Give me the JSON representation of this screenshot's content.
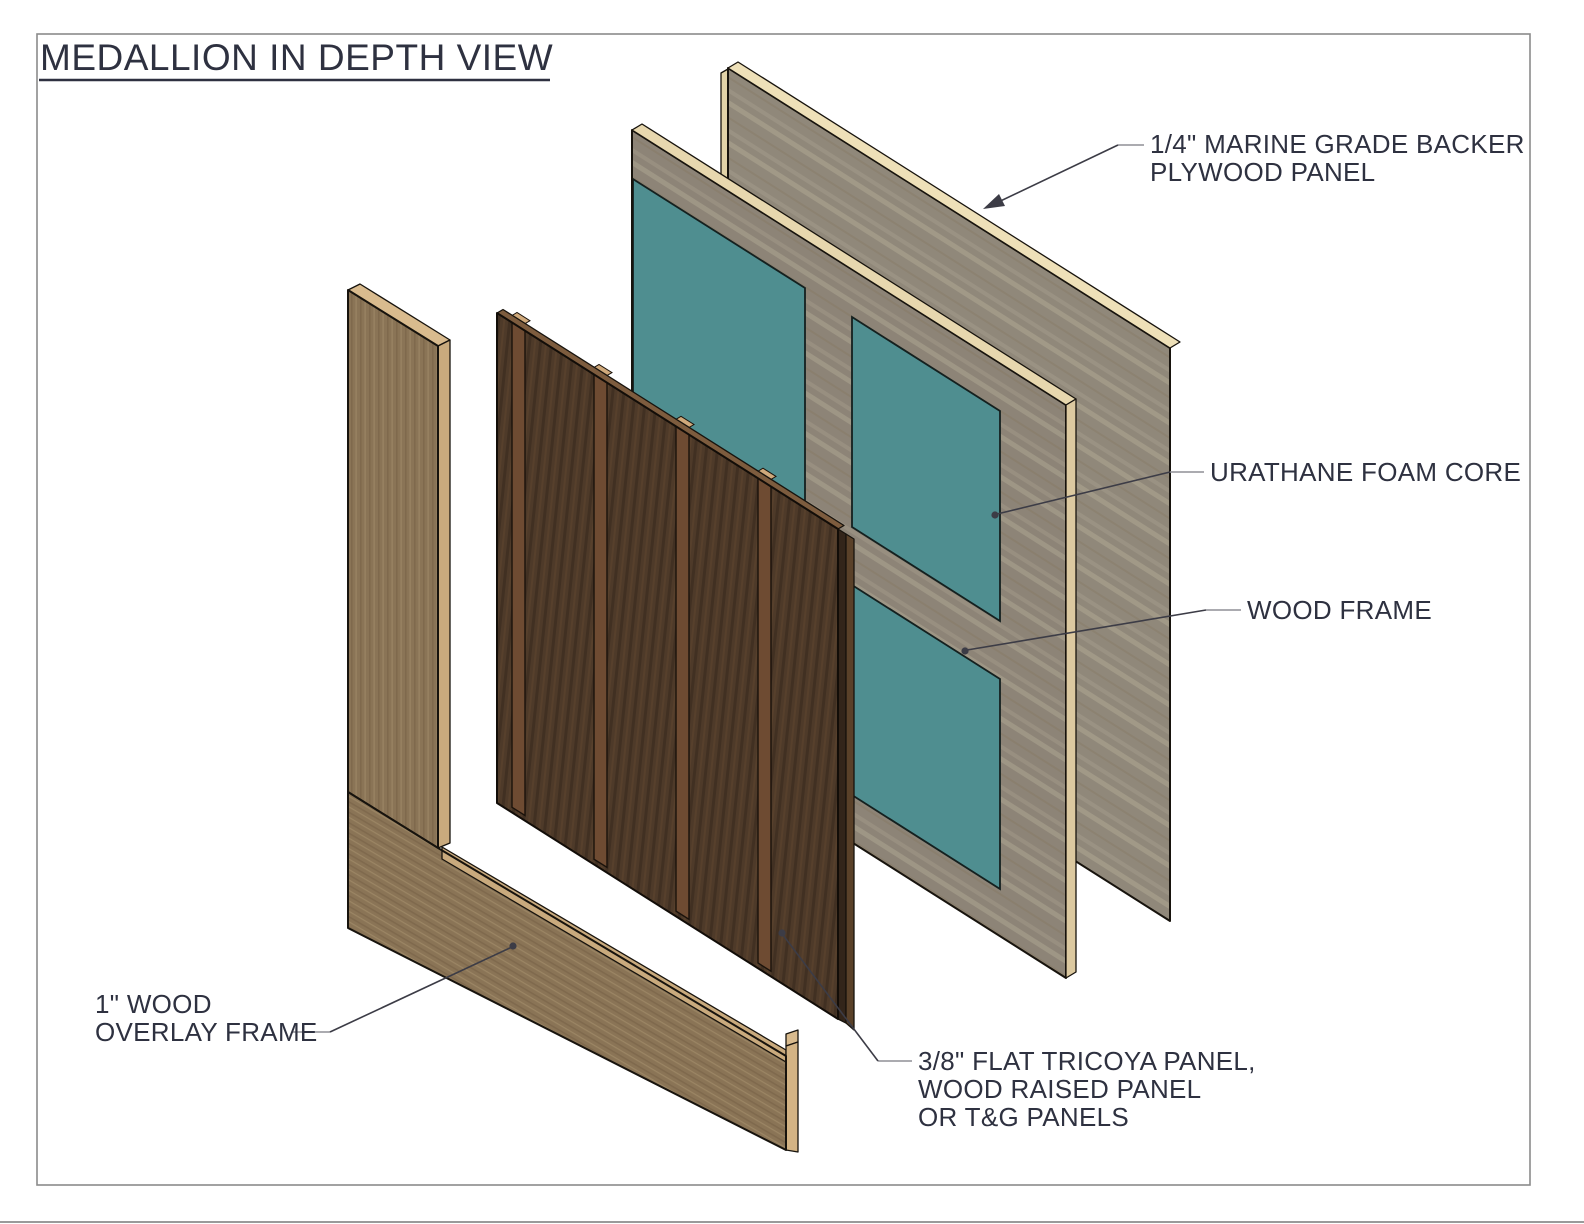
{
  "sheet": {
    "title": "MEDALLION IN DEPTH VIEW"
  },
  "labels": {
    "backer": {
      "lines": [
        "1/4\" MARINE GRADE BACKER",
        "PLYWOOD PANEL"
      ]
    },
    "foam": {
      "lines": [
        "URATHANE FOAM CORE"
      ]
    },
    "frame": {
      "lines": [
        "WOOD FRAME"
      ]
    },
    "overlay": {
      "lines": [
        "1\" WOOD",
        "OVERLAY FRAME"
      ]
    },
    "panel": {
      "lines": [
        "3/8\" FLAT TRICOYA PANEL,",
        "WOOD RAISED PANEL",
        "OR T&G PANELS"
      ]
    }
  },
  "colors": {
    "text": "#2e3140",
    "leader": "#3c3c46",
    "leader_nub": "#8f8f95",
    "border": "#8b8b8b",
    "plywood_face": "#90887a",
    "plywood_edge": "#eee0b8",
    "frame_face": "#8d8477",
    "frame_edge_top": "#e7d7ae",
    "frame_edge_right": "#dcc9a0",
    "foam_teal": "#4f8e90",
    "tg_board": "#4e3a29",
    "tg_top_edge": "#7d5c3e",
    "tg_batten": "#6e4b32",
    "tg_batten_cap": "#cfa97b",
    "tg_side_dark": "#33251a",
    "tg_side_light": "#5a4129",
    "overlay_face": "#8a7456",
    "overlay_cap": "#d9bb8e",
    "overlay_rabbet": "#c9aa7d",
    "overlay_end": "#d3b384"
  }
}
